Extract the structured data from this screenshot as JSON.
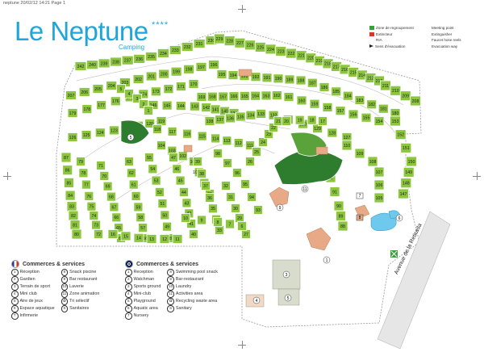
{
  "header": {
    "text": "neptune  20/02/12  14:21  Page 1"
  },
  "logo": {
    "title": "Le Neptune",
    "stars": "****",
    "subtitle": "Camping"
  },
  "legend": {
    "rows": [
      {
        "fr": "Zone de regroupement",
        "en": "Meeting point",
        "symbol": "gather"
      },
      {
        "fr": "Extincteur",
        "en": "Extinguisher",
        "symbol": "ext"
      },
      {
        "fr": "RIA",
        "en": "Faucet hose reels",
        "symbol": "ria"
      },
      {
        "fr": "Sens d'évacuation",
        "en": "Evacuation way",
        "symbol": "evac"
      }
    ]
  },
  "services_fr": {
    "title": "Commerces & services",
    "col1": [
      {
        "n": "1",
        "label": "Réception"
      },
      {
        "n": "2",
        "label": "Gardien"
      },
      {
        "n": "3",
        "label": "Terrain de sport"
      },
      {
        "n": "4",
        "label": "Mini club"
      },
      {
        "n": "5",
        "label": "Aire de jeux"
      },
      {
        "n": "6",
        "label": "Espace aquatique"
      },
      {
        "n": "7",
        "label": "Infirmerie"
      }
    ],
    "col2": [
      {
        "n": "8",
        "label": "Snack piscine"
      },
      {
        "n": "9",
        "label": "Bar restaurant"
      },
      {
        "n": "10",
        "label": "Laverie"
      },
      {
        "n": "11",
        "label": "Zone animation"
      },
      {
        "n": "♻",
        "label": "Tri sélectif"
      },
      {
        "n": "S",
        "label": "Sanitaires"
      }
    ]
  },
  "services_en": {
    "title": "Commerces & services",
    "col1": [
      {
        "n": "1",
        "label": "Reception"
      },
      {
        "n": "2",
        "label": "Watchman"
      },
      {
        "n": "3",
        "label": "Sports ground"
      },
      {
        "n": "4",
        "label": "Mini-club"
      },
      {
        "n": "5",
        "label": "Playground"
      },
      {
        "n": "6",
        "label": "Aquatic area"
      },
      {
        "n": "7",
        "label": "Nursery"
      }
    ],
    "col2": [
      {
        "n": "8",
        "label": "Swimming pool snack"
      },
      {
        "n": "9",
        "label": "Bar-restaurant"
      },
      {
        "n": "10",
        "label": "Laundry"
      },
      {
        "n": "11",
        "label": "Activities area"
      },
      {
        "n": "♻",
        "label": "Recycling waste area"
      },
      {
        "n": "S",
        "label": "Sanitary"
      }
    ]
  },
  "road": {
    "label": "Avenue de la Retirada"
  },
  "lots": [
    "242",
    "240",
    "239",
    "238",
    "237",
    "236",
    "235",
    "234",
    "233",
    "232",
    "231",
    "230",
    "229",
    "228",
    "227",
    "226",
    "225",
    "224",
    "223",
    "222",
    "221",
    "220",
    "219",
    "218",
    "217",
    "216",
    "215",
    "214",
    "213",
    "212",
    "211",
    "210",
    "209",
    "208",
    "207",
    "206",
    "205",
    "204",
    "203",
    "202",
    "201",
    "200",
    "199",
    "198",
    "197",
    "196",
    "195",
    "194",
    "193",
    "192",
    "191",
    "190",
    "189",
    "188",
    "187",
    "186",
    "185",
    "184",
    "183",
    "182",
    "181",
    "180",
    "179",
    "178",
    "177",
    "176",
    "175",
    "174",
    "173",
    "172",
    "171",
    "170",
    "169",
    "168",
    "167",
    "166",
    "165",
    "164",
    "163",
    "162",
    "161",
    "160",
    "159",
    "158",
    "157",
    "156",
    "155",
    "154",
    "153",
    "152",
    "151",
    "150",
    "149",
    "148",
    "147",
    "146",
    "145",
    "144",
    "143",
    "142",
    "141",
    "140",
    "139",
    "138",
    "137",
    "136",
    "135",
    "134",
    "133",
    "132",
    "131",
    "130",
    "129",
    "128",
    "127",
    "126",
    "125",
    "124",
    "123",
    "122",
    "121",
    "120",
    "119",
    "118",
    "117",
    "116",
    "115",
    "114",
    "113",
    "112",
    "111",
    "110",
    "109",
    "108",
    "107",
    "106",
    "105",
    "104",
    "103",
    "102",
    "101",
    "101bis",
    "100",
    "99",
    "98",
    "97",
    "96",
    "95",
    "94",
    "93",
    "92",
    "91",
    "90",
    "89",
    "88",
    "87",
    "86",
    "85",
    "84",
    "83",
    "82",
    "81",
    "80",
    "79",
    "78",
    "77",
    "76",
    "75",
    "74",
    "73",
    "72",
    "71",
    "70",
    "69",
    "68",
    "67",
    "66",
    "65",
    "64",
    "63",
    "62",
    "61",
    "60",
    "59",
    "58",
    "57",
    "56",
    "55",
    "54",
    "53",
    "52",
    "51",
    "50",
    "49",
    "48",
    "47",
    "46",
    "45",
    "44",
    "43",
    "42",
    "41",
    "40",
    "39",
    "38",
    "37",
    "36",
    "35",
    "34",
    "33",
    "32",
    "31",
    "30",
    "29",
    "28",
    "27",
    "26",
    "25",
    "24",
    "23",
    "22",
    "21",
    "20",
    "19",
    "18",
    "17",
    "16",
    "15",
    "14",
    "13",
    "12",
    "11",
    "10",
    "9",
    "8",
    "7",
    "6",
    "5",
    "4",
    "3",
    "2",
    "1"
  ]
}
